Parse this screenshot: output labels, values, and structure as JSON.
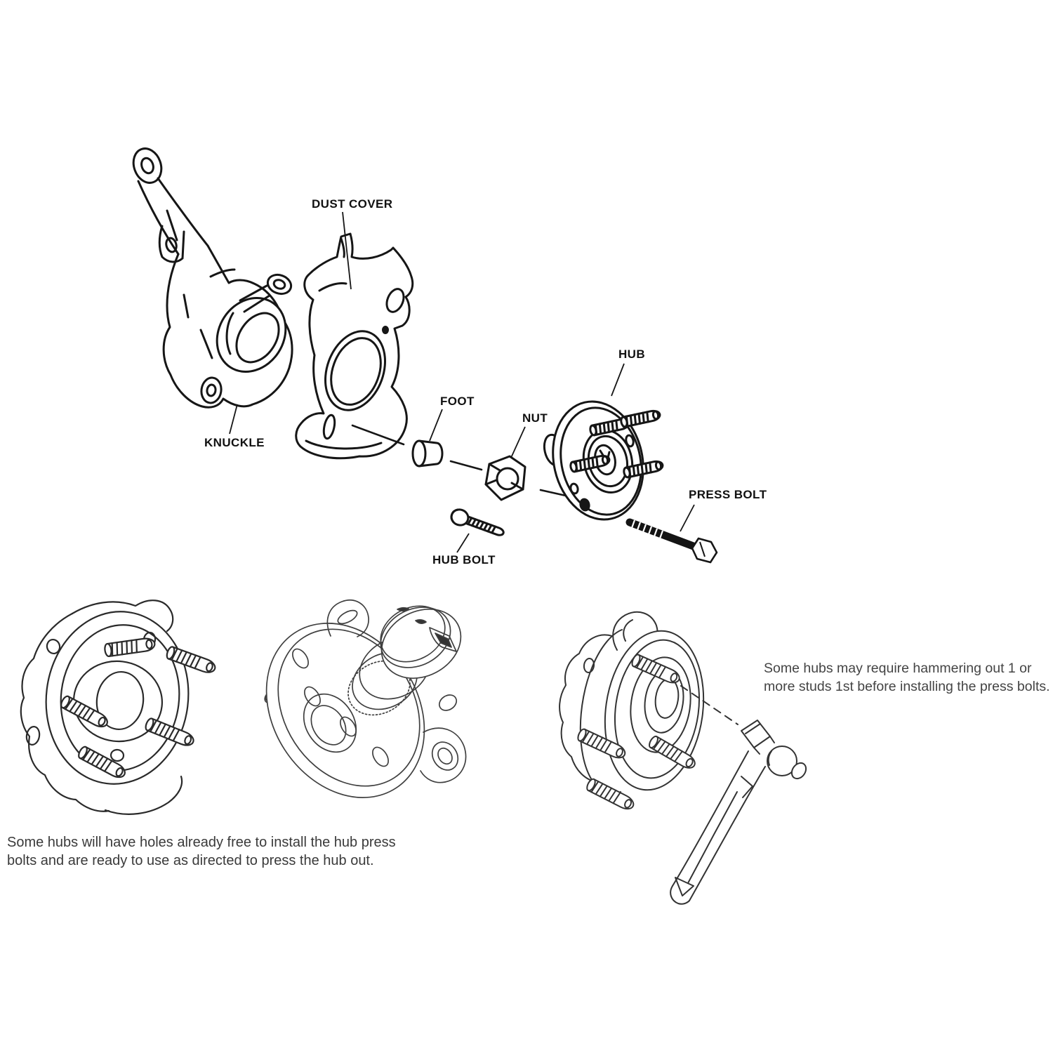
{
  "page": {
    "background_color": "#ffffff"
  },
  "diagram": {
    "kind": "wheel-hub-knuckle-exploded-service-diagram",
    "line_color": "#161616",
    "note_text_color": "#3a3a3a",
    "press_bolt_fill": "#141414",
    "labels": {
      "dust_cover": "DUST COVER",
      "knuckle": "KNUCKLE",
      "foot": "FOOT",
      "nut": "NUT",
      "hub": "HUB",
      "hub_bolt": "HUB BOLT",
      "press_bolt": "PRESS BOLT"
    },
    "notes": {
      "free_holes_line1": "Some hubs will have holes already free to install the hub press",
      "free_holes_line2": "bolts and are ready to use as directed to press the hub out.",
      "hammer_line1": "Some hubs may require hammering out 1 or",
      "hammer_line2": "more studs 1st before installing the press bolts."
    }
  }
}
